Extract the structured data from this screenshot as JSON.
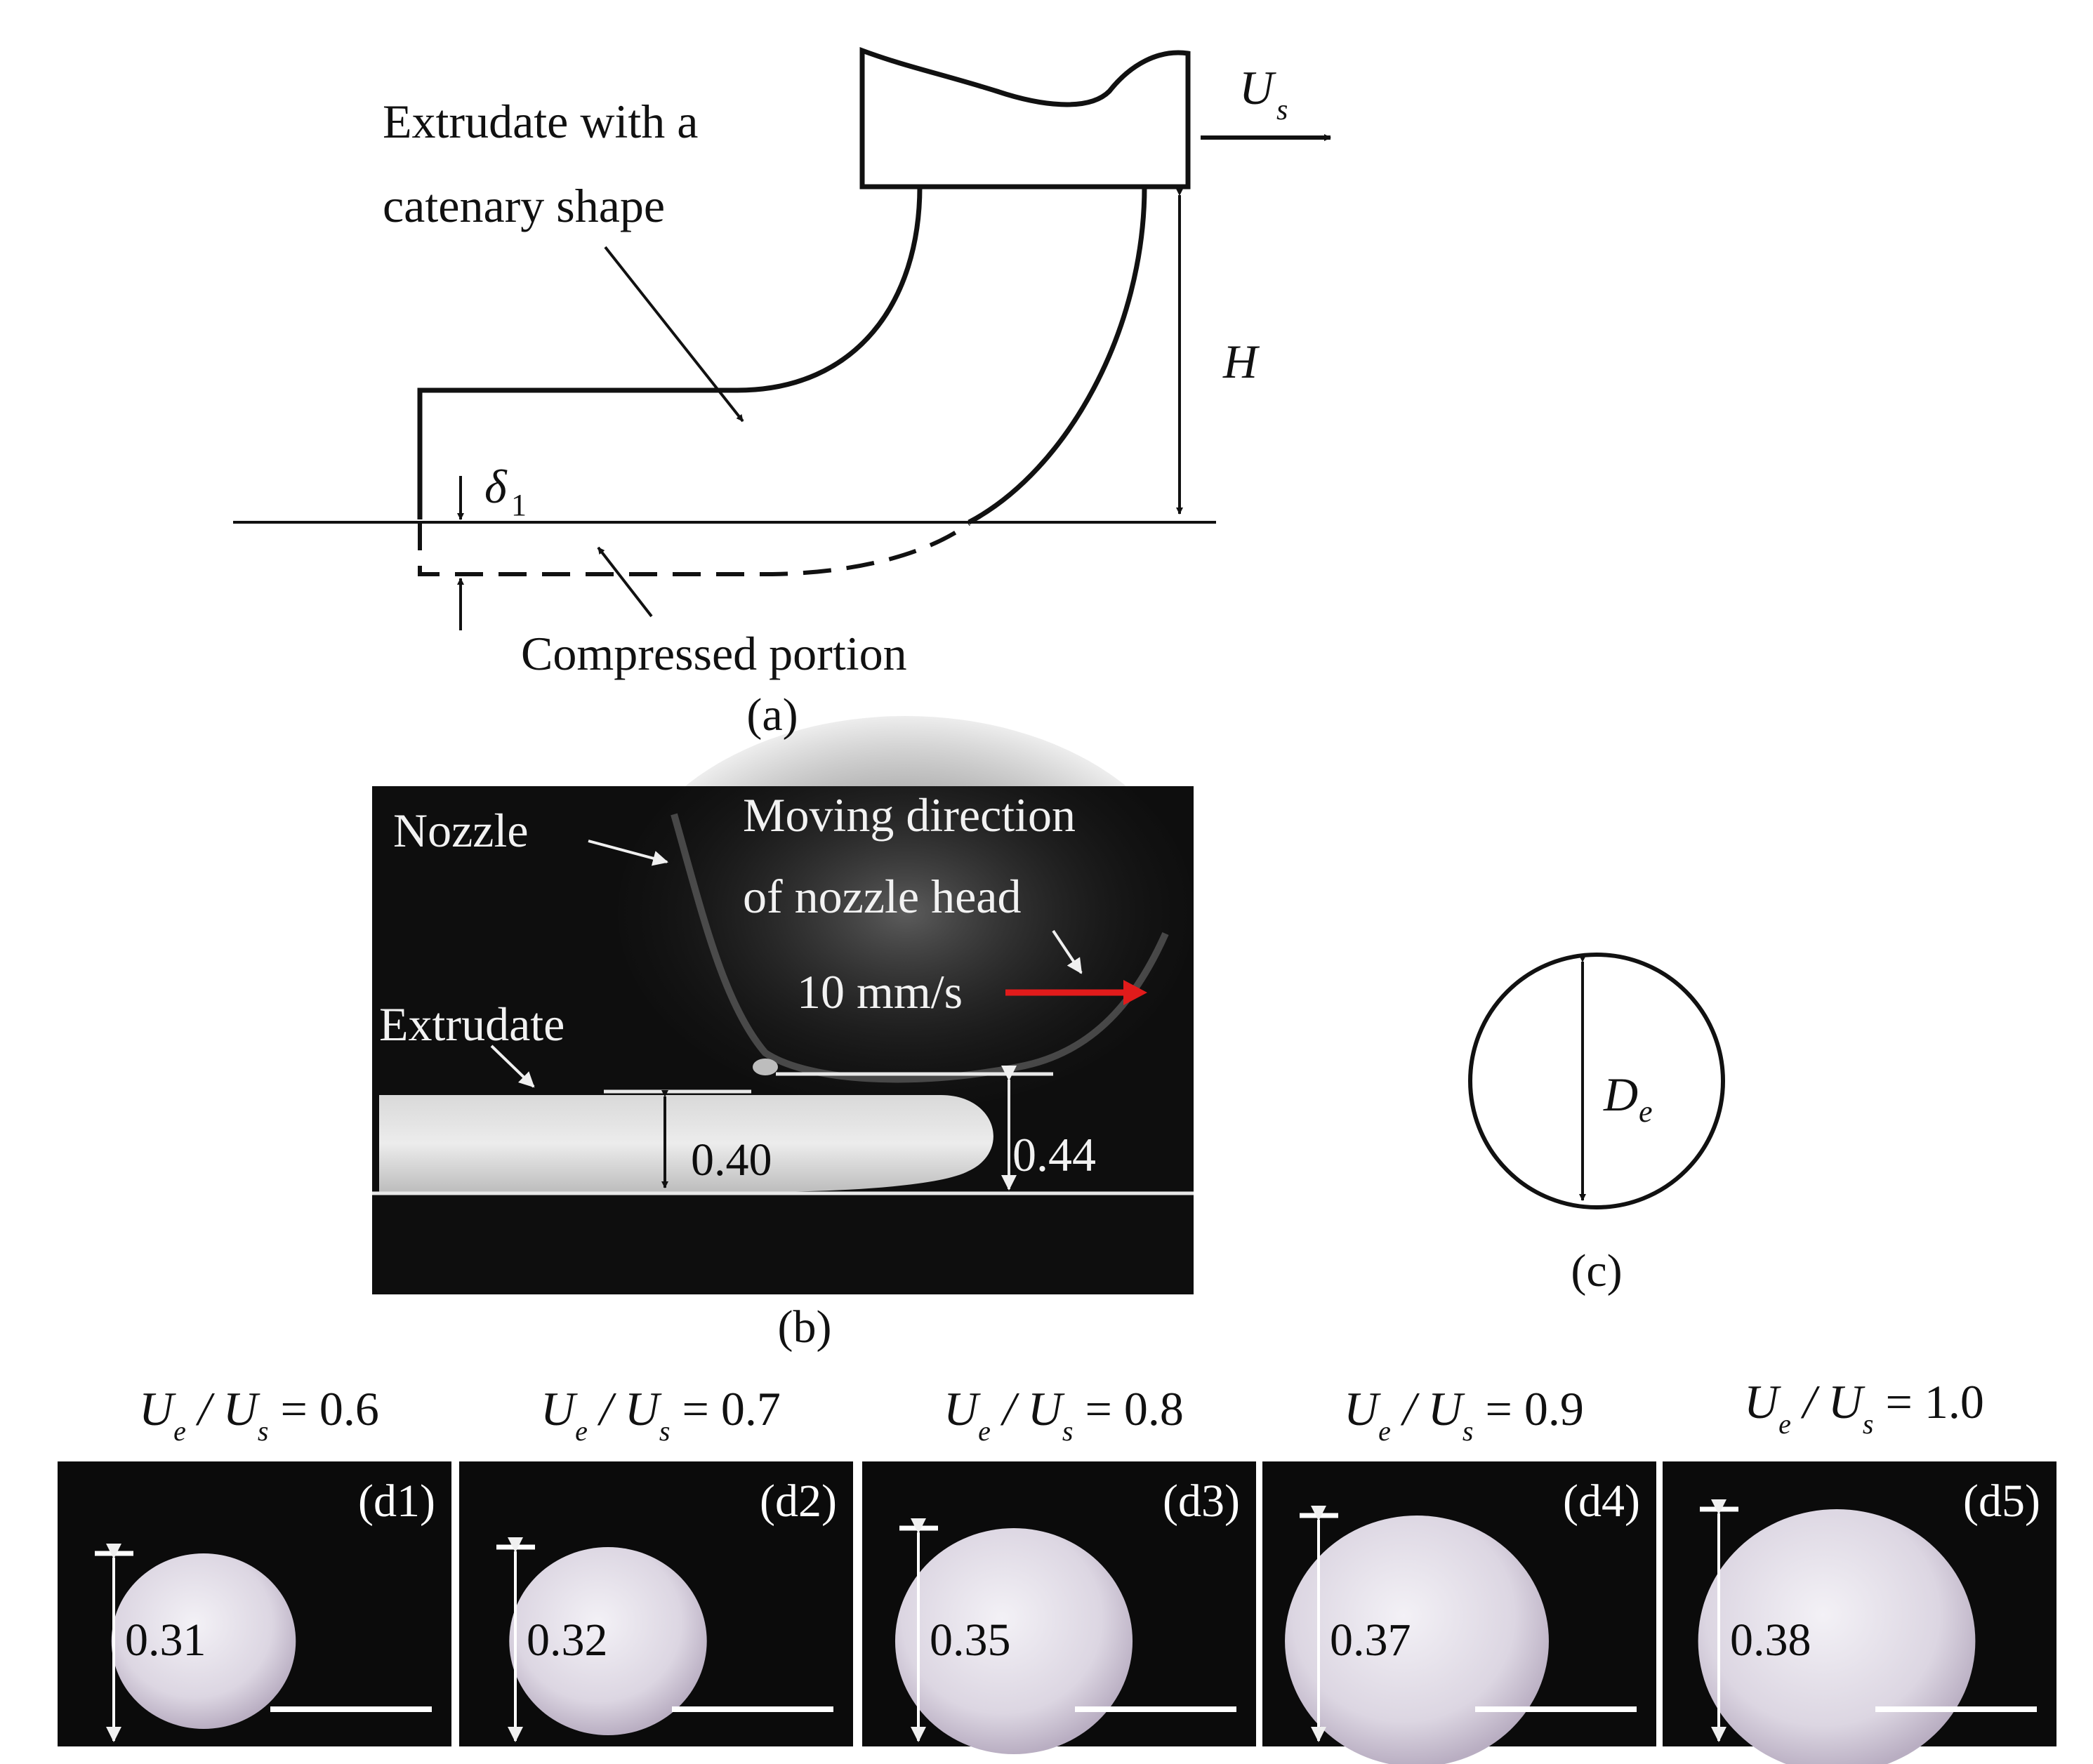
{
  "panel_a": {
    "label_extrudate": [
      "Extrudate with a",
      "catenary shape"
    ],
    "label_us": "U",
    "label_us_sub": "s",
    "label_h": "H",
    "label_delta": "δ",
    "label_delta_sub": "1",
    "label_compressed": "Compressed portion",
    "caption": "(a)"
  },
  "panel_b": {
    "label_nozzle": "Nozzle",
    "label_moving": [
      "Moving direction",
      "of nozzle head"
    ],
    "label_speed": "10 mm/s",
    "label_extrudate": "Extrudate",
    "value_left": "0.40",
    "value_right": "0.44",
    "caption": "(b)"
  },
  "panel_c": {
    "label_de": "D",
    "label_de_sub": "e",
    "caption": "(c)"
  },
  "panel_d": [
    {
      "ratio": "0.6",
      "tag": "(d1)",
      "value": "0.31"
    },
    {
      "ratio": "0.7",
      "tag": "(d2)",
      "value": "0.32"
    },
    {
      "ratio": "0.8",
      "tag": "(d3)",
      "value": "0.35"
    },
    {
      "ratio": "0.9",
      "tag": "(d4)",
      "value": "0.37"
    },
    {
      "ratio": "1.0",
      "tag": "(d5)",
      "value": "0.38"
    }
  ],
  "ratio_labels": {
    "ue": "U",
    "ue_sub": "e",
    "us": "U",
    "us_sub": "s",
    "slash": "/",
    "eq": "="
  },
  "colors": {
    "arrow_red": "#e11b1b",
    "photo_bg": "#0b0b0b",
    "droplet": "#e8e4ec"
  }
}
